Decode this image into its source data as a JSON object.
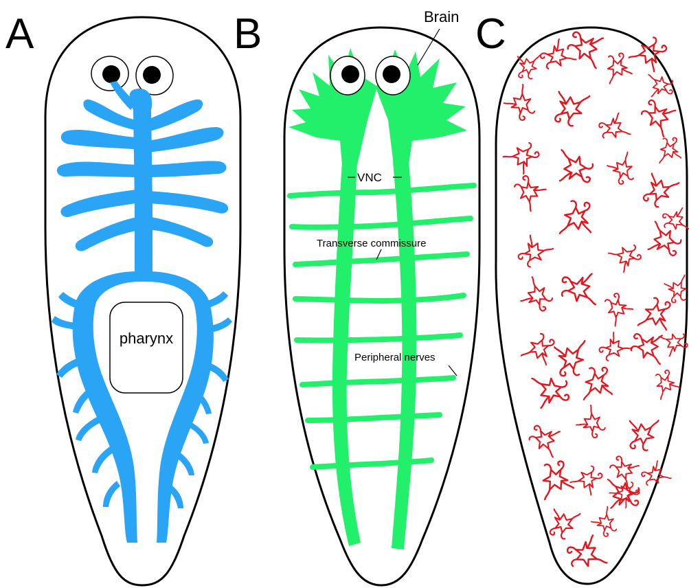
{
  "panels": [
    {
      "letter": "A"
    },
    {
      "letter": "B"
    },
    {
      "letter": "C"
    }
  ],
  "labels": {
    "pharynx": "pharynx",
    "brain": "Brain",
    "vnc": "VNC",
    "transverse": "Transverse commissure",
    "peripheral": "Peripheral nerves"
  },
  "colors": {
    "gut": "#2aa4f4",
    "nervous_system": "#23f06a",
    "cells": "#e8141c",
    "outline": "#000000"
  }
}
